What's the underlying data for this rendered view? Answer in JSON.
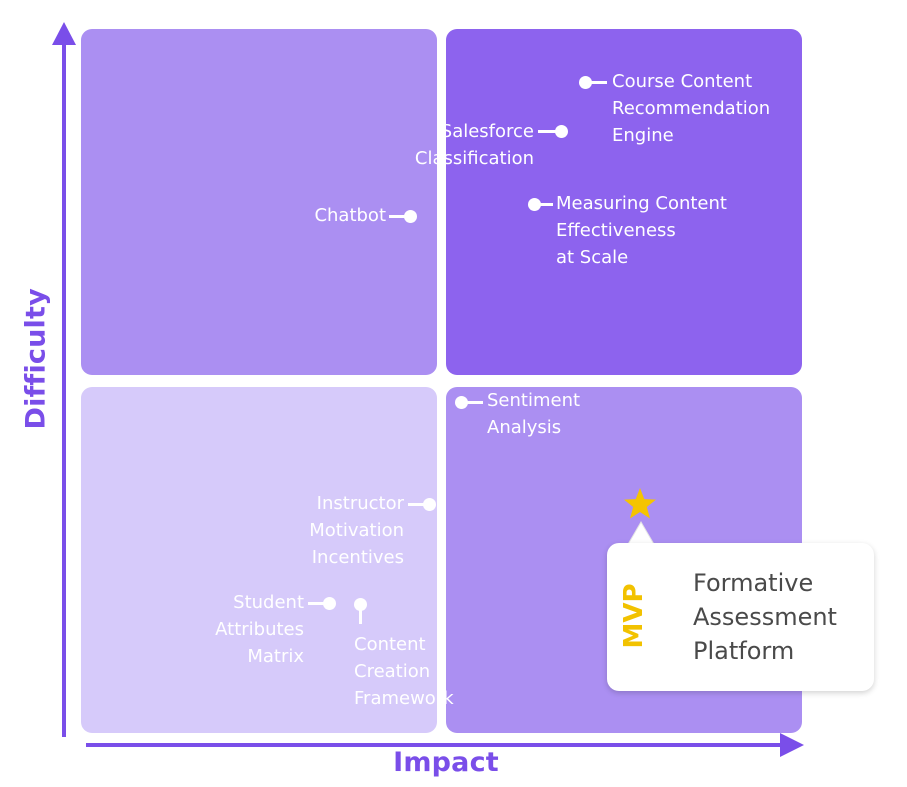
{
  "axes": {
    "x_label": "Impact",
    "y_label": "Difficulty",
    "color": "#7a4ee9"
  },
  "quadrants": {
    "top_left_color": "#ab8ff2",
    "top_right_color": "#8d63ee",
    "bottom_left_color": "#d6cafa",
    "bottom_right_color": "#ab8ff2"
  },
  "items": {
    "course_content": [
      "Course Content",
      "Recommendation",
      "Engine"
    ],
    "salesforce": [
      "Salesforce",
      "Classification"
    ],
    "chatbot": [
      "Chatbot"
    ],
    "measuring": [
      "Measuring Content",
      "Effectiveness",
      "at Scale"
    ],
    "sentiment": [
      "Sentiment",
      "Analysis"
    ],
    "instructor": [
      "Instructor",
      "Motivation",
      "Incentives"
    ],
    "student": [
      "Student",
      "Attributes",
      "Matrix"
    ],
    "content_creation": [
      "Content",
      "Creation",
      "Framework"
    ]
  },
  "mvp": {
    "badge": "MVP",
    "lines": [
      "Formative",
      "Assessment",
      "Platform"
    ],
    "star_icon": "star-icon",
    "accent": "#f5c400"
  }
}
